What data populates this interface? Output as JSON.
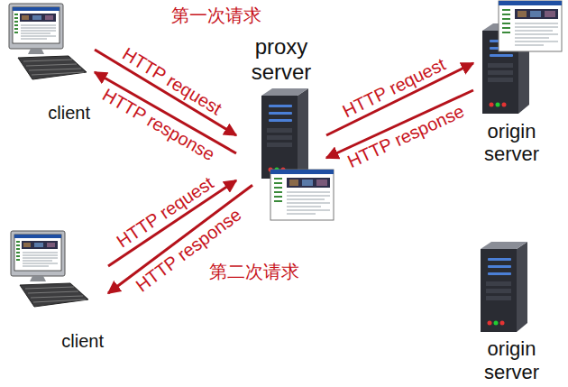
{
  "diagram": {
    "nodes": [
      {
        "text": [
          "client"
        ]
      },
      {
        "text": [
          "proxy server"
        ]
      },
      {
        "text": [
          "origin server"
        ]
      },
      {
        "text": [
          "client"
        ]
      },
      {
        "text": [
          "origin server"
        ]
      }
    ],
    "edges": [
      {
        "from": 0,
        "to": 1,
        "label": "HTTP request",
        "arrow": "to"
      },
      {
        "from": 1,
        "to": 0,
        "label": "HTTP response",
        "arrow": "to"
      },
      {
        "from": 1,
        "to": 2,
        "label": "HTTP request",
        "arrow": "to"
      },
      {
        "from": 2,
        "to": 1,
        "label": "HTTP response",
        "arrow": "to"
      },
      {
        "from": 3,
        "to": 1,
        "label": "HTTP request",
        "arrow": "to"
      },
      {
        "from": 1,
        "to": 3,
        "label": "HTTP response",
        "arrow": "to"
      }
    ],
    "labels": [
      "第一次请求",
      "第二次请求"
    ]
  }
}
